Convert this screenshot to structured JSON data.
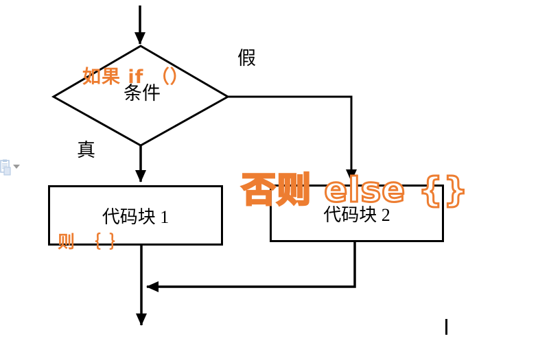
{
  "colors": {
    "annotation_orange": "#ED7D31",
    "line_black": "#000000",
    "paste_icon_blue": "#b8cce4",
    "background": "#ffffff"
  },
  "flowchart": {
    "if_annotation": "如果 if （）",
    "condition_label": "条件",
    "false_label": "假",
    "true_label": "真",
    "block1_label": "代码块 1",
    "then_annotation": "则 ｛ ｝",
    "block2_label": "代码块 2",
    "else_annotation": "否则 else {}"
  },
  "editor": {
    "paste_options_icon": "clipboard-paste-icon",
    "paste_options_dropdown_icon": "chevron-down-icon",
    "caret": "text-caret"
  }
}
